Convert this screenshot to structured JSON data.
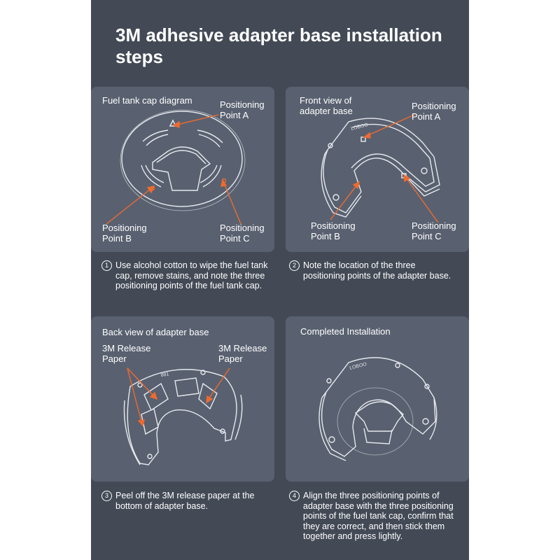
{
  "page": {
    "title": "3M adhesive adapter base installation steps",
    "colors": {
      "background": "#434a56",
      "panel": "#596170",
      "accent": "#f06a2e",
      "text": "#ffffff"
    }
  },
  "panels": {
    "p1": {
      "title": "Fuel tank cap diagram",
      "label_a": "Positioning\nPoint A",
      "label_b": "Positioning\nPoint B",
      "label_c": "Positioning\nPoint C"
    },
    "p2": {
      "title": "Front view of\nadapter base",
      "label_a": "Positioning\nPoint A",
      "label_b": "Positioning\nPoint B",
      "label_c": "Positioning\nPoint C",
      "logo_text": "LOBOO"
    },
    "p3": {
      "title": "Back view of adapter base",
      "label_left": "3M Release\nPaper",
      "label_right": "3M Release\nPaper",
      "stamp_text": "881"
    },
    "p4": {
      "title": "Completed Installation",
      "logo_text": "LOBOO"
    }
  },
  "steps": [
    {
      "number": "1",
      "text": "Use alcohol cotton to wipe the fuel tank cap, remove stains, and note the three positioning points of the fuel tank cap."
    },
    {
      "number": "2",
      "text": "Note the location of the three positioning points of the adapter base."
    },
    {
      "number": "3",
      "text": "Peel off the 3M release paper at the bottom of adapter base."
    },
    {
      "number": "4",
      "text": "Align the three positioning points of adapter base with the three positioning points of the fuel tank cap, confirm that they are correct, and then stick them together and press lightly."
    }
  ]
}
